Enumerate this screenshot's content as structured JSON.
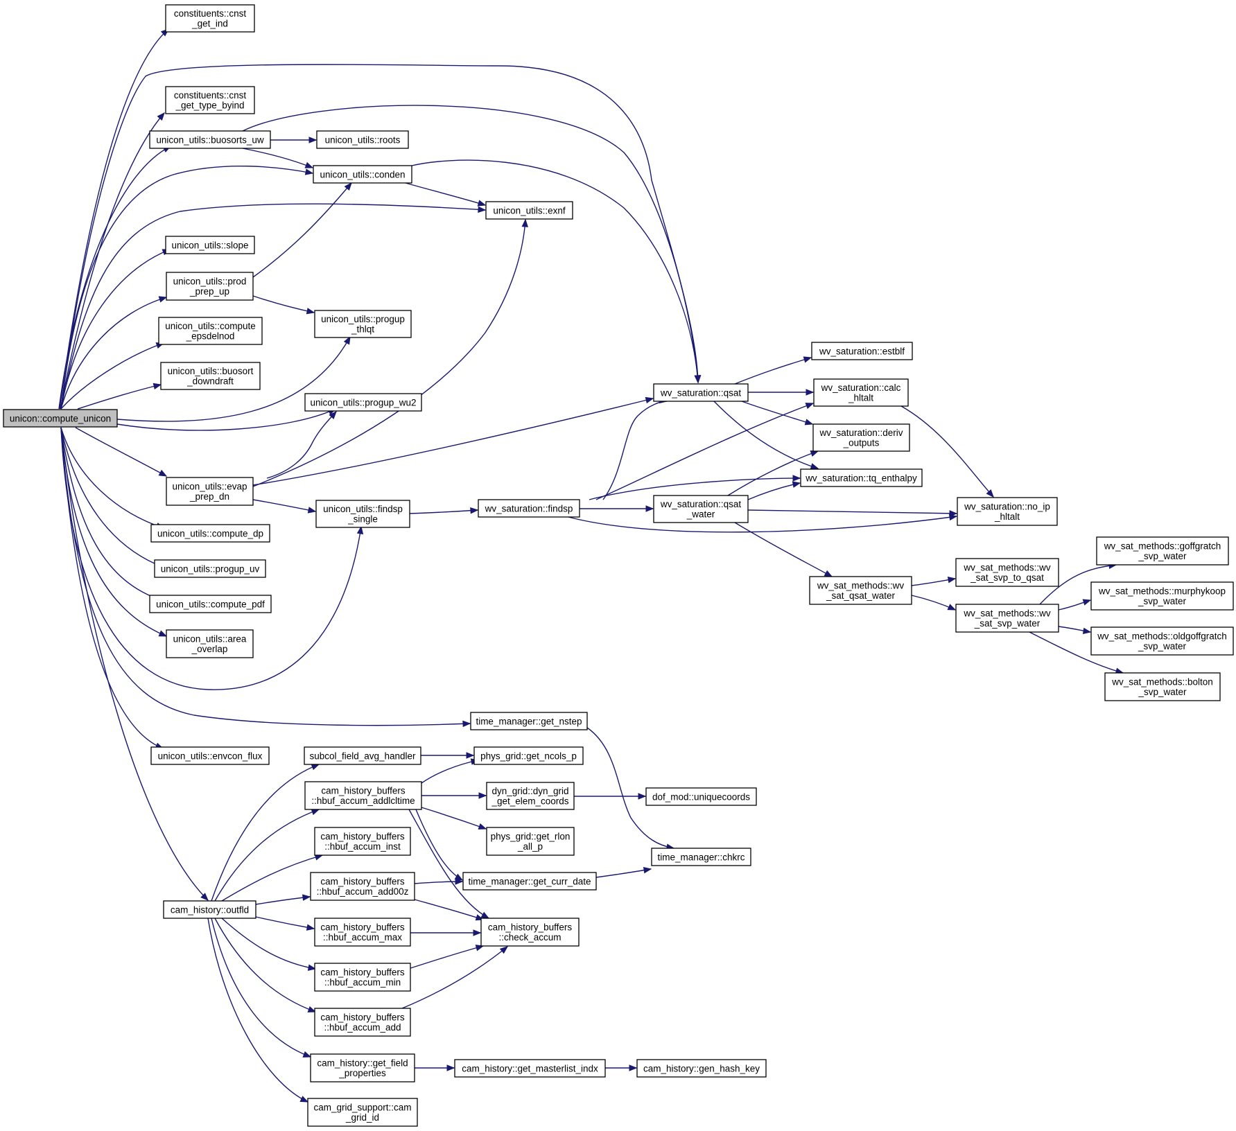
{
  "graph": {
    "root": "n_root",
    "colors": {
      "edge": "#191970",
      "node_border": "#000000",
      "node_fill": "#ffffff",
      "root_fill": "#bfbfbf",
      "background": "#ffffff"
    },
    "nodes": [
      {
        "id": "n_root",
        "lines": [
          "unicon::compute_unicon"
        ]
      },
      {
        "id": "n_cnst_ind",
        "lines": [
          "constituents::cnst",
          "_get_ind"
        ]
      },
      {
        "id": "n_cnst_type",
        "lines": [
          "constituents::cnst",
          "_get_type_byind"
        ]
      },
      {
        "id": "n_buosorts",
        "lines": [
          "unicon_utils::buosorts_uw"
        ]
      },
      {
        "id": "n_roots",
        "lines": [
          "unicon_utils::roots"
        ]
      },
      {
        "id": "n_conden",
        "lines": [
          "unicon_utils::conden"
        ]
      },
      {
        "id": "n_exnf",
        "lines": [
          "unicon_utils::exnf"
        ]
      },
      {
        "id": "n_slope",
        "lines": [
          "unicon_utils::slope"
        ]
      },
      {
        "id": "n_prod_prep",
        "lines": [
          "unicon_utils::prod",
          "_prep_up"
        ]
      },
      {
        "id": "n_progup_thlqt",
        "lines": [
          "unicon_utils::progup",
          "_thlqt"
        ]
      },
      {
        "id": "n_compute_eps",
        "lines": [
          "unicon_utils::compute",
          "_epsdelnod"
        ]
      },
      {
        "id": "n_buosort_down",
        "lines": [
          "unicon_utils::buosort",
          "_downdraft"
        ]
      },
      {
        "id": "n_progup_wu2",
        "lines": [
          "unicon_utils::progup_wu2"
        ]
      },
      {
        "id": "n_evap_prep",
        "lines": [
          "unicon_utils::evap",
          "_prep_dn"
        ]
      },
      {
        "id": "n_findsp_single",
        "lines": [
          "unicon_utils::findsp",
          "_single"
        ]
      },
      {
        "id": "n_compute_dp",
        "lines": [
          "unicon_utils::compute_dp"
        ]
      },
      {
        "id": "n_progup_uv",
        "lines": [
          "unicon_utils::progup_uv"
        ]
      },
      {
        "id": "n_compute_pdf",
        "lines": [
          "unicon_utils::compute_pdf"
        ]
      },
      {
        "id": "n_area_overlap",
        "lines": [
          "unicon_utils::area",
          "_overlap"
        ]
      },
      {
        "id": "n_envcon",
        "lines": [
          "unicon_utils::envcon_flux"
        ]
      },
      {
        "id": "n_outfld",
        "lines": [
          "cam_history::outfld"
        ]
      },
      {
        "id": "n_qsat",
        "lines": [
          "wv_saturation::qsat"
        ]
      },
      {
        "id": "n_estblf",
        "lines": [
          "wv_saturation::estblf"
        ]
      },
      {
        "id": "n_calc_hltalt",
        "lines": [
          "wv_saturation::calc",
          "_hltalt"
        ]
      },
      {
        "id": "n_deriv_outputs",
        "lines": [
          "wv_saturation::deriv",
          "_outputs"
        ]
      },
      {
        "id": "n_tq_enthalpy",
        "lines": [
          "wv_saturation::tq_enthalpy"
        ]
      },
      {
        "id": "n_findsp",
        "lines": [
          "wv_saturation::findsp"
        ]
      },
      {
        "id": "n_qsat_water",
        "lines": [
          "wv_saturation::qsat",
          "_water"
        ]
      },
      {
        "id": "n_no_ip_hltalt",
        "lines": [
          "wv_saturation::no_ip",
          "_hltalt"
        ]
      },
      {
        "id": "n_wv_sat_qsat_water",
        "lines": [
          "wv_sat_methods::wv",
          "_sat_qsat_water"
        ]
      },
      {
        "id": "n_wv_sat_svp_to_qsat",
        "lines": [
          "wv_sat_methods::wv",
          "_sat_svp_to_qsat"
        ]
      },
      {
        "id": "n_wv_sat_svp_water",
        "lines": [
          "wv_sat_methods::wv",
          "_sat_svp_water"
        ]
      },
      {
        "id": "n_goffgratch",
        "lines": [
          "wv_sat_methods::goffgratch",
          "_svp_water"
        ]
      },
      {
        "id": "n_murphykoop",
        "lines": [
          "wv_sat_methods::murphykoop",
          "_svp_water"
        ]
      },
      {
        "id": "n_oldgoffgratch",
        "lines": [
          "wv_sat_methods::oldgoffgratch",
          "_svp_water"
        ]
      },
      {
        "id": "n_bolton",
        "lines": [
          "wv_sat_methods::bolton",
          "_svp_water"
        ]
      },
      {
        "id": "n_get_nstep",
        "lines": [
          "time_manager::get_nstep"
        ]
      },
      {
        "id": "n_subcol",
        "lines": [
          "subcol_field_avg_handler"
        ]
      },
      {
        "id": "n_get_ncols",
        "lines": [
          "phys_grid::get_ncols_p"
        ]
      },
      {
        "id": "n_hbuf_addlcltime",
        "lines": [
          "cam_history_buffers",
          "::hbuf_accum_addlcltime"
        ]
      },
      {
        "id": "n_dyn_grid",
        "lines": [
          "dyn_grid::dyn_grid",
          "_get_elem_coords"
        ]
      },
      {
        "id": "n_dof_mod",
        "lines": [
          "dof_mod::uniquecoords"
        ]
      },
      {
        "id": "n_get_rlon",
        "lines": [
          "phys_grid::get_rlon",
          "_all_p"
        ]
      },
      {
        "id": "n_hbuf_inst",
        "lines": [
          "cam_history_buffers",
          "::hbuf_accum_inst"
        ]
      },
      {
        "id": "n_chkrc",
        "lines": [
          "time_manager::chkrc"
        ]
      },
      {
        "id": "n_hbuf_add00z",
        "lines": [
          "cam_history_buffers",
          "::hbuf_accum_add00z"
        ]
      },
      {
        "id": "n_get_curr_date",
        "lines": [
          "time_manager::get_curr_date"
        ]
      },
      {
        "id": "n_hbuf_max",
        "lines": [
          "cam_history_buffers",
          "::hbuf_accum_max"
        ]
      },
      {
        "id": "n_check_accum",
        "lines": [
          "cam_history_buffers",
          "::check_accum"
        ]
      },
      {
        "id": "n_hbuf_min",
        "lines": [
          "cam_history_buffers",
          "::hbuf_accum_min"
        ]
      },
      {
        "id": "n_hbuf_add",
        "lines": [
          "cam_history_buffers",
          "::hbuf_accum_add"
        ]
      },
      {
        "id": "n_get_field_props",
        "lines": [
          "cam_history::get_field",
          "_properties"
        ]
      },
      {
        "id": "n_get_masterlist",
        "lines": [
          "cam_history::get_masterlist_indx"
        ]
      },
      {
        "id": "n_gen_hash_key",
        "lines": [
          "cam_history::gen_hash_key"
        ]
      },
      {
        "id": "n_cam_grid_id",
        "lines": [
          "cam_grid_support::cam",
          "_grid_id"
        ]
      }
    ],
    "edges": [
      {
        "from": "n_root",
        "to": "n_cnst_ind"
      },
      {
        "from": "n_root",
        "to": "n_qsat"
      },
      {
        "from": "n_root",
        "to": "n_cnst_type"
      },
      {
        "from": "n_root",
        "to": "n_buosorts"
      },
      {
        "from": "n_root",
        "to": "n_conden"
      },
      {
        "from": "n_root",
        "to": "n_exnf"
      },
      {
        "from": "n_root",
        "to": "n_slope"
      },
      {
        "from": "n_root",
        "to": "n_prod_prep"
      },
      {
        "from": "n_root",
        "to": "n_compute_eps"
      },
      {
        "from": "n_root",
        "to": "n_buosort_down"
      },
      {
        "from": "n_root",
        "to": "n_progup_thlqt"
      },
      {
        "from": "n_root",
        "to": "n_progup_wu2"
      },
      {
        "from": "n_root",
        "to": "n_evap_prep"
      },
      {
        "from": "n_root",
        "to": "n_compute_dp"
      },
      {
        "from": "n_root",
        "to": "n_progup_uv"
      },
      {
        "from": "n_root",
        "to": "n_compute_pdf"
      },
      {
        "from": "n_root",
        "to": "n_area_overlap"
      },
      {
        "from": "n_root",
        "to": "n_findsp_single"
      },
      {
        "from": "n_root",
        "to": "n_get_nstep"
      },
      {
        "from": "n_root",
        "to": "n_envcon"
      },
      {
        "from": "n_root",
        "to": "n_outfld"
      },
      {
        "from": "n_buosorts",
        "to": "n_roots"
      },
      {
        "from": "n_buosorts",
        "to": "n_conden"
      },
      {
        "from": "n_buosorts",
        "to": "n_qsat"
      },
      {
        "from": "n_conden",
        "to": "n_exnf"
      },
      {
        "from": "n_conden",
        "to": "n_qsat"
      },
      {
        "from": "n_prod_prep",
        "to": "n_conden"
      },
      {
        "from": "n_prod_prep",
        "to": "n_progup_thlqt"
      },
      {
        "from": "n_evap_prep",
        "to": "n_exnf"
      },
      {
        "from": "n_evap_prep",
        "to": "n_progup_wu2"
      },
      {
        "from": "n_evap_prep",
        "to": "n_qsat"
      },
      {
        "from": "n_evap_prep",
        "to": "n_findsp_single"
      },
      {
        "from": "n_findsp_single",
        "to": "n_findsp"
      },
      {
        "from": "n_qsat",
        "to": "n_estblf"
      },
      {
        "from": "n_qsat",
        "to": "n_calc_hltalt"
      },
      {
        "from": "n_qsat",
        "to": "n_deriv_outputs"
      },
      {
        "from": "n_qsat",
        "to": "n_tq_enthalpy"
      },
      {
        "from": "n_calc_hltalt",
        "to": "n_no_ip_hltalt"
      },
      {
        "from": "n_findsp",
        "to": "n_qsat"
      },
      {
        "from": "n_findsp",
        "to": "n_calc_hltalt"
      },
      {
        "from": "n_findsp",
        "to": "n_tq_enthalpy"
      },
      {
        "from": "n_findsp",
        "to": "n_qsat_water"
      },
      {
        "from": "n_findsp",
        "to": "n_no_ip_hltalt"
      },
      {
        "from": "n_qsat_water",
        "to": "n_deriv_outputs"
      },
      {
        "from": "n_qsat_water",
        "to": "n_tq_enthalpy"
      },
      {
        "from": "n_qsat_water",
        "to": "n_no_ip_hltalt"
      },
      {
        "from": "n_qsat_water",
        "to": "n_wv_sat_qsat_water"
      },
      {
        "from": "n_wv_sat_qsat_water",
        "to": "n_wv_sat_svp_to_qsat"
      },
      {
        "from": "n_wv_sat_qsat_water",
        "to": "n_wv_sat_svp_water"
      },
      {
        "from": "n_wv_sat_svp_water",
        "to": "n_goffgratch"
      },
      {
        "from": "n_wv_sat_svp_water",
        "to": "n_murphykoop"
      },
      {
        "from": "n_wv_sat_svp_water",
        "to": "n_oldgoffgratch"
      },
      {
        "from": "n_wv_sat_svp_water",
        "to": "n_bolton"
      },
      {
        "from": "n_get_nstep",
        "to": "n_chkrc"
      },
      {
        "from": "n_outfld",
        "to": "n_subcol"
      },
      {
        "from": "n_outfld",
        "to": "n_hbuf_addlcltime"
      },
      {
        "from": "n_outfld",
        "to": "n_hbuf_inst"
      },
      {
        "from": "n_outfld",
        "to": "n_hbuf_add00z"
      },
      {
        "from": "n_outfld",
        "to": "n_hbuf_max"
      },
      {
        "from": "n_outfld",
        "to": "n_hbuf_min"
      },
      {
        "from": "n_outfld",
        "to": "n_hbuf_add"
      },
      {
        "from": "n_outfld",
        "to": "n_get_field_props"
      },
      {
        "from": "n_outfld",
        "to": "n_cam_grid_id"
      },
      {
        "from": "n_subcol",
        "to": "n_get_ncols"
      },
      {
        "from": "n_hbuf_addlcltime",
        "to": "n_get_ncols"
      },
      {
        "from": "n_hbuf_addlcltime",
        "to": "n_dyn_grid"
      },
      {
        "from": "n_hbuf_addlcltime",
        "to": "n_get_rlon"
      },
      {
        "from": "n_hbuf_addlcltime",
        "to": "n_get_curr_date"
      },
      {
        "from": "n_hbuf_addlcltime",
        "to": "n_check_accum"
      },
      {
        "from": "n_dyn_grid",
        "to": "n_dof_mod"
      },
      {
        "from": "n_hbuf_add00z",
        "to": "n_get_curr_date"
      },
      {
        "from": "n_hbuf_add00z",
        "to": "n_check_accum"
      },
      {
        "from": "n_get_curr_date",
        "to": "n_chkrc"
      },
      {
        "from": "n_hbuf_max",
        "to": "n_check_accum"
      },
      {
        "from": "n_hbuf_min",
        "to": "n_check_accum"
      },
      {
        "from": "n_hbuf_add",
        "to": "n_check_accum"
      },
      {
        "from": "n_get_field_props",
        "to": "n_get_masterlist"
      },
      {
        "from": "n_get_masterlist",
        "to": "n_gen_hash_key"
      }
    ]
  }
}
